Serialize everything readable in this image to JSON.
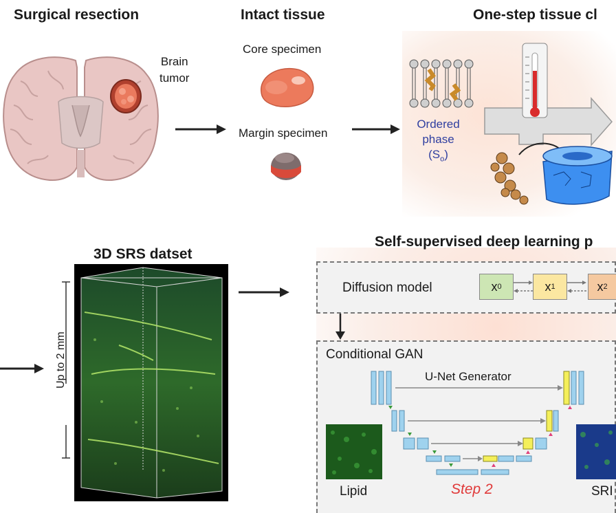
{
  "top": {
    "surgical": {
      "title": "Surgical resection",
      "tumor_label": "Brain\ntumor",
      "tumor_line1": "Brain",
      "tumor_line2": "tumor"
    },
    "intact": {
      "title": "Intact tissue",
      "core": "Core specimen",
      "margin": "Margin specimen"
    },
    "clearing": {
      "title": "One-step tissue cl",
      "phase_line1": "Ordered",
      "phase_line2": "phase",
      "phase_sym": "(S",
      "phase_sub": "o",
      "phase_close": ")"
    }
  },
  "bottom": {
    "dataset": {
      "title": "3D SRS datset",
      "scale": "Up to 2 mm"
    },
    "learning": {
      "title": "Self-supervised deep learning p",
      "diffusion_label": "Diffusion model",
      "x_nodes": [
        {
          "base": "x",
          "sub": "0",
          "color": "#cde6b4"
        },
        {
          "base": "x",
          "sub": "1",
          "color": "#fbe7a1"
        },
        {
          "base": "x",
          "sub": "2",
          "color": "#f5c9a0"
        }
      ],
      "gan_label": "Conditional GAN",
      "unet_label": "U-Net Generator",
      "input_label": "Lipid",
      "step_label": "Step 2",
      "output_label": "SRI"
    }
  },
  "colors": {
    "accent_red": "#e03a3a",
    "phase_blue": "#2f3fa0",
    "unet_blue": "#9fd2ee",
    "unet_yellow": "#f4ef5a",
    "glow": "#fde3d6"
  }
}
